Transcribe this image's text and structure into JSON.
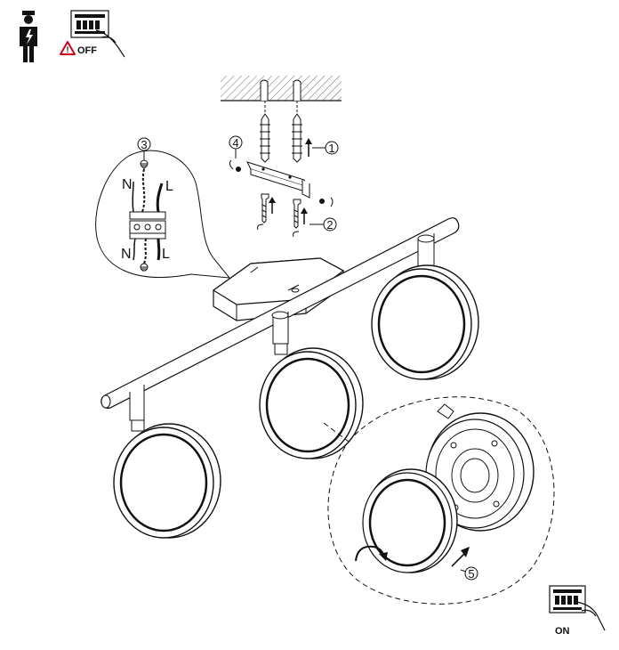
{
  "header": {
    "electrician_icon": "electrician-warning-icon",
    "breaker_icon": "circuit-breaker-icon",
    "warning_icon": "warning-triangle-icon",
    "off_label": "OFF"
  },
  "footer": {
    "breaker_icon": "circuit-breaker-icon",
    "on_label": "ON"
  },
  "steps": {
    "s1": "1",
    "s2": "2",
    "s3": "3",
    "s4": "4",
    "s5": "5"
  },
  "wiring": {
    "neutral_top": "N",
    "live_top": "L",
    "neutral_bottom": "N",
    "live_bottom": "L"
  },
  "colors": {
    "line": "#1a1a1a",
    "warning": "#d0021b",
    "hatch": "#555555"
  }
}
